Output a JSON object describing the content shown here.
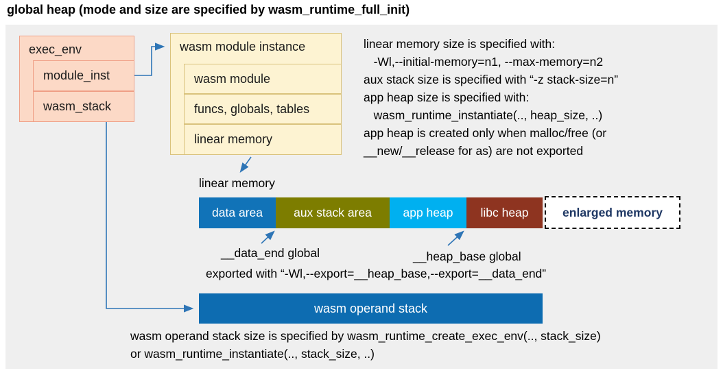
{
  "title": "global heap (mode and size are specified by wasm_runtime_full_init)",
  "exec_env": {
    "label": "exec_env",
    "children": [
      {
        "label": "module_inst"
      },
      {
        "label": "wasm_stack"
      }
    ]
  },
  "module_instance": {
    "label": "wasm module instance",
    "children": [
      {
        "label": "wasm module"
      },
      {
        "label": "funcs, globals, tables"
      },
      {
        "label": "linear memory"
      }
    ]
  },
  "notes": {
    "lines": [
      "linear memory size is specified with:",
      "   -Wl,--initial-memory=n1, --max-memory=n2",
      "aux stack size is specified with “-z stack-size=n”",
      "app heap size is specified with:",
      "   wasm_runtime_instantiate(.., heap_size, ..)",
      "app heap is created only when malloc/free (or",
      "__new/__release for as) are not exported"
    ]
  },
  "linear_memory": {
    "label": "linear memory",
    "segments": [
      {
        "label": "data area",
        "color": "#1173b8",
        "text_color": "#ffffff"
      },
      {
        "label": "aux stack area",
        "color": "#7d7d00",
        "text_color": "#ffffff"
      },
      {
        "label": "app heap",
        "color": "#00b0f0",
        "text_color": "#ffffff"
      },
      {
        "label": "libc heap",
        "color": "#8e3420",
        "text_color": "#ffffff"
      },
      {
        "label": "enlarged memory",
        "color": "#ffffff",
        "text_color": "#1f3864"
      }
    ]
  },
  "annotations": {
    "data_end": "__data_end global",
    "heap_base": "__heap_base global",
    "exported": "exported with “-Wl,--export=__heap_base,--export=__data_end”"
  },
  "operand_stack": {
    "label": "wasm operand stack",
    "color": "#0d6cb1"
  },
  "footer": {
    "lines": [
      "wasm operand stack size is specified by wasm_runtime_create_exec_env(.., stack_size)",
      "or wasm_runtime_instantiate(.., stack_size, ..)"
    ]
  },
  "colors": {
    "panel_bg": "#efefef",
    "exec_env_fill": "#fcd9c6",
    "exec_env_border": "#ef9f86",
    "module_fill": "#fdf3d2",
    "module_border": "#d9c27c",
    "arrow": "#2e75b6"
  }
}
